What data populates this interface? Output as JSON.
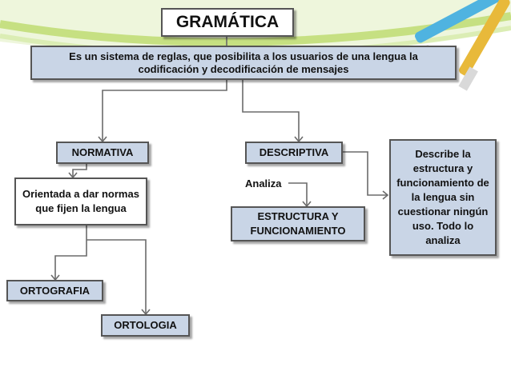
{
  "title": "GRAMÁTICA",
  "definition": "Es un sistema de reglas, que posibilita a los usuarios de una lengua la codificación y decodificación de mensajes",
  "normativa": {
    "label": "NORMATIVA",
    "description": "Orientada a dar normas que fijen la lengua",
    "branches": [
      "ORTOGRAFIA",
      "ORTOLOGIA"
    ]
  },
  "descriptiva": {
    "label": "DESCRIPTIVA",
    "connector_label": "Analiza",
    "object": "ESTRUCTURA Y FUNCIONAMIENTO",
    "description": "Describe la estructura y funcionamiento de la lengua sin cuestionar ningún uso. Todo lo analiza"
  },
  "colors": {
    "box_fill": "#c9d5e6",
    "border": "#555555",
    "decoration_green": "#a5cd39",
    "decoration_blue": "#4fb3e0"
  }
}
